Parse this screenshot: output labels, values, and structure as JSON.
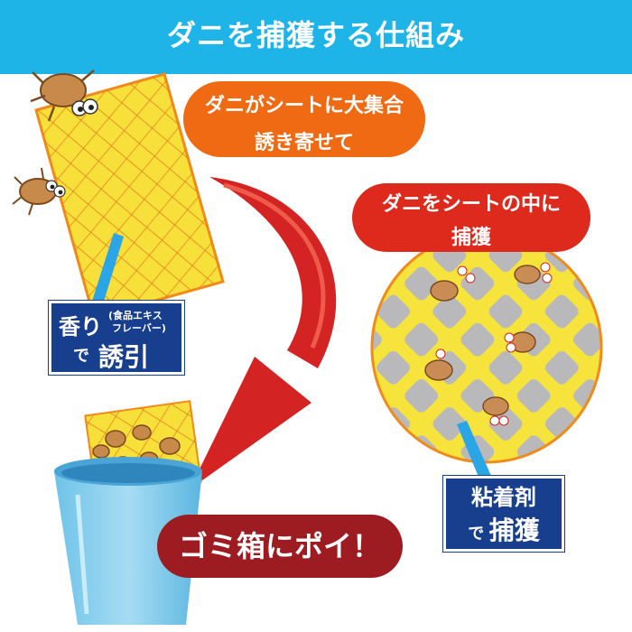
{
  "header": {
    "title": "ダニを捕獲する仕組み"
  },
  "steps": {
    "lure_bubble": {
      "line1": "ダニがシートに大集合",
      "line2": "誘き寄せて"
    },
    "capture_bubble": {
      "line1": "ダニをシートの中に",
      "line2": "捕獲"
    },
    "dispose_bubble": {
      "text": "ゴミ箱にポイ！"
    }
  },
  "labels": {
    "scent": {
      "main": "香り",
      "sub_line1": "(食品エキス",
      "sub_line2": "フレーバー)",
      "particle": "で",
      "end": "誘引"
    },
    "adhesive": {
      "line1": "粘着剤",
      "particle": "で",
      "end": "捕獲"
    }
  },
  "colors": {
    "banner": "#1eb4e8",
    "sheet_yellow": "#f7e03a",
    "grid_orange": "#e8761e",
    "arrow_red": "#d42323",
    "bin_blue": "#8fd2ef",
    "tag_navy": "#173f8e"
  }
}
